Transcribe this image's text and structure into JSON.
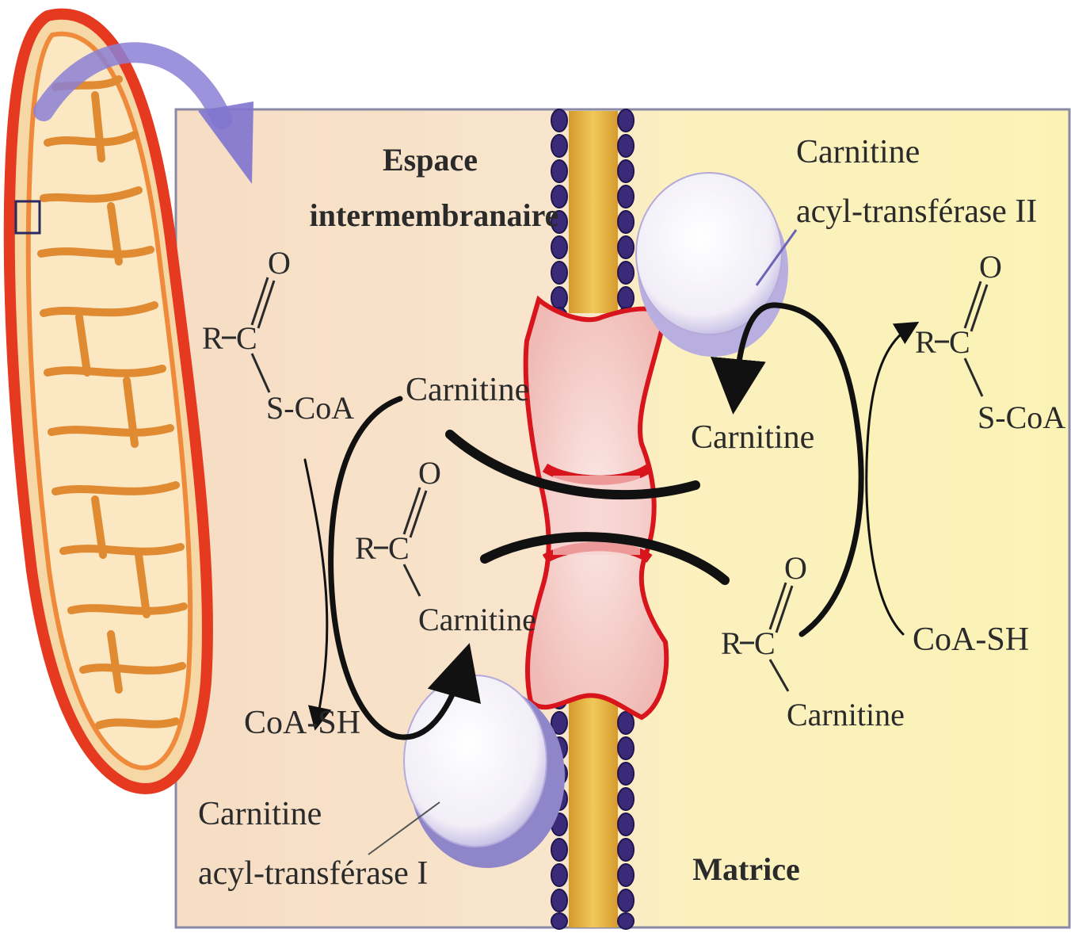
{
  "labels": {
    "intermembrane_line1": "Espace",
    "intermembrane_line2": "intermembranaire",
    "matrix": "Matrice",
    "cat2_line1": "Carnitine",
    "cat2_line2": "acyl-transférase II",
    "cat1_line1": "Carnitine",
    "cat1_line2": "acyl-transférase I",
    "carnitine_left": "Carnitine",
    "carnitine_right": "Carnitine",
    "coa_sh_left": "CoA-SH",
    "coa_sh_right": "CoA-SH"
  },
  "molecules": {
    "acyl_coa_left": {
      "r": "R",
      "c": "C",
      "o": "O",
      "tail": "S-CoA"
    },
    "acyl_carnitine_left": {
      "r": "R",
      "c": "C",
      "o": "O",
      "tail": "Carnitine"
    },
    "acyl_carnitine_right": {
      "r": "R",
      "c": "C",
      "o": "O",
      "tail": "Carnitine"
    },
    "acyl_coa_right": {
      "r": "R",
      "c": "C",
      "o": "O",
      "tail": "S-CoA"
    }
  },
  "colors": {
    "intermembrane_bg": "#f6ddc4",
    "matrix_bg": "#fbf3b6",
    "membrane_outline": "#e63a20",
    "membrane_core": "#e8b440",
    "phospholipid_head": "#3b2a78",
    "transporter_fill": "#f4d2d2",
    "transporter_edge": "#d8141c",
    "enzyme_fill": "#f7f4fa",
    "enzyme_shadow": "#8f86c9",
    "pointer_arrow": "#8b80d6"
  },
  "icons": {
    "mitochondrion": "mitochondrion-illustration",
    "zoom_arrow": "curved-zoom-arrow"
  }
}
